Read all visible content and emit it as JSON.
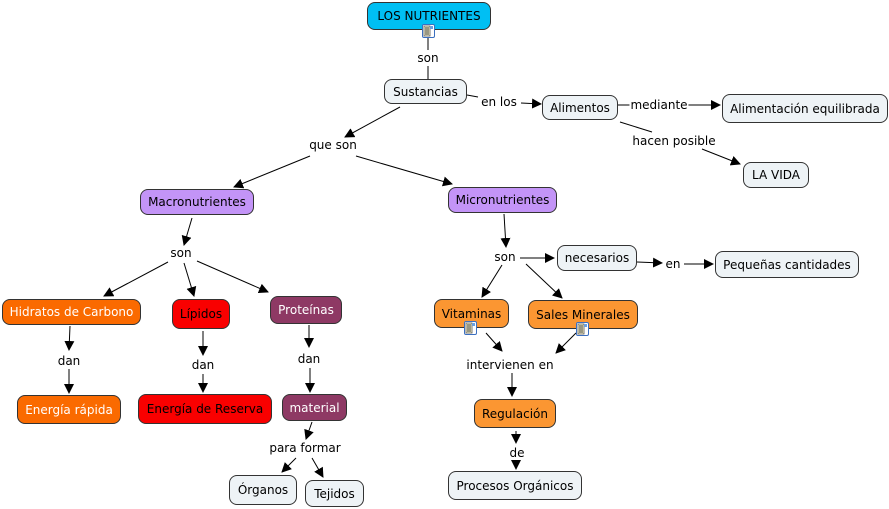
{
  "concept_map": {
    "nodes": {
      "los_nutrientes": "LOS NUTRIENTES",
      "sustancias": "Sustancias",
      "alimentos": "Alimentos",
      "alimentacion_equilibrada": "Alimentación equilibrada",
      "la_vida": "LA VIDA",
      "macronutrientes": "Macronutrientes",
      "micronutrientes": "Micronutrientes",
      "hidratos": "Hidratos de Carbono",
      "lipidos": "Lípidos",
      "proteinas": "Proteínas",
      "energia_rapida": "Energía rápida",
      "energia_reserva": "Energía de Reserva",
      "material": "material",
      "organos": "Órganos",
      "tejidos": "Tejidos",
      "necesarios": "necesarios",
      "pequenas_cantidades": "Pequeñas cantidades",
      "vitaminas": "Vitaminas",
      "sales_minerales": "Sales Minerales",
      "regulacion": "Regulación",
      "procesos_organicos": "Procesos Orgánicos"
    },
    "links": {
      "son_1": "son",
      "en_los": "en los",
      "mediante": "mediante",
      "hacen_posible": "hacen posible",
      "que_son": "que son",
      "son_macro": "son",
      "son_micro": "son",
      "dan_hidratos": "dan",
      "dan_lipidos": "dan",
      "dan_proteinas": "dan",
      "para_formar": "para formar",
      "en": "en",
      "intervienen_en": "intervienen en",
      "de": "de"
    },
    "colors": {
      "root": "#00bff3",
      "default": "#eef3f6",
      "purple": "#c394f7",
      "orange_dark": "#fa6a00",
      "red": "#f90000",
      "maroon": "#8e3964",
      "orange": "#fb9632"
    },
    "resource_icons": [
      "document-icon on LOS NUTRIENTES",
      "document-icon on Vitaminas",
      "document-icon on Sales Minerales"
    ]
  }
}
